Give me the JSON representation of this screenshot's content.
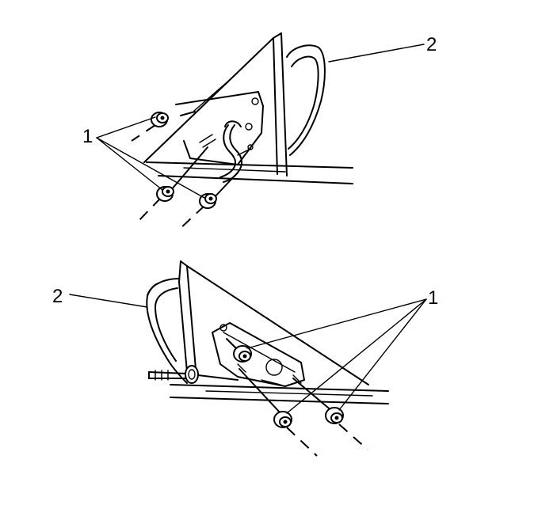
{
  "callouts": {
    "top_nuts": "1",
    "top_mirror": "2",
    "bottom_nuts": "1",
    "bottom_mirror": "2"
  },
  "colors": {
    "line": "#000000",
    "background": "#ffffff"
  }
}
